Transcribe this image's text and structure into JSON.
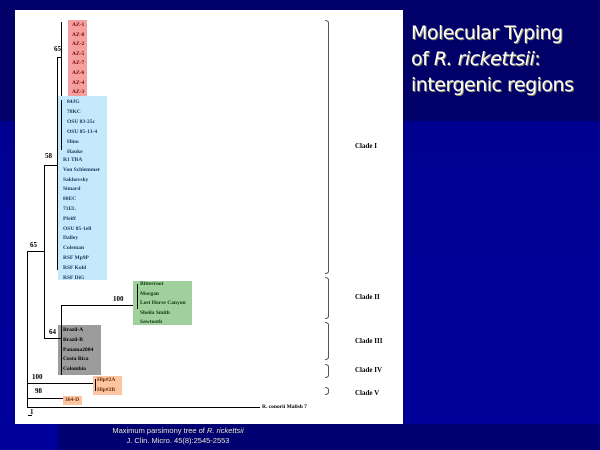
{
  "slide": {
    "title_line1": "Molecular Typing",
    "title_of": "of ",
    "title_species": "R. rickettsii",
    "title_colon": ":",
    "title_line3": "intergenic regions"
  },
  "caption": {
    "line1_prefix": "Maximum parsimony  tree  of ",
    "line1_species": "R. rickettsii",
    "line2": "J. Clin. Micro. 45(8):2545-2553"
  },
  "tree": {
    "groups": {
      "az": {
        "color": "#f4a0a0",
        "text_color": "#7a0000",
        "taxa": [
          "AZ-1",
          "AZ-8",
          "AZ-2",
          "AZ-5",
          "AZ-7",
          "AZ-6",
          "AZ-4",
          "AZ-3"
        ]
      },
      "blue_inner": {
        "color": "#c4e8fc",
        "text_color": "#1a3a5a",
        "taxa": [
          "84JG",
          "78KC",
          "OSU 83-25c",
          "OSU 85-13-4",
          "Hino",
          "Hauke"
        ]
      },
      "blue_outer": {
        "color": "#c4e8fc",
        "text_color": "#1a3a5a",
        "taxa": [
          "R1 TBA",
          "Von Schlemmer",
          "Sakhovsky",
          "Simard",
          "80EC",
          "71EL",
          "Pfeiff",
          "OSU 85-1ell",
          "Dalley",
          "Coleman",
          "RSF Mp9P",
          "RSF Kohl",
          "RSF DiG"
        ]
      },
      "green": {
        "color": "#a0d09c",
        "text_color": "#0a3a0a",
        "taxa": [
          "Bitterroot",
          "Morgan",
          "Lost Horse Canyon",
          "Sheila Smith",
          "Sawtooth"
        ]
      },
      "gray": {
        "color": "#9c9c9c",
        "text_color": "#000000",
        "taxa": [
          "Brazil-A",
          "Brazil-B",
          "Panama2004",
          "Costa Rica",
          "Colombia"
        ]
      },
      "hlp": {
        "color": "#fcc4a0",
        "text_color": "#6a2a00",
        "taxa": [
          "Hlp#2A",
          "Hlp#2B"
        ]
      },
      "d364": {
        "color": "#fcc4a0",
        "text_color": "#6a2a00",
        "taxa": [
          "364-D"
        ]
      }
    },
    "outgroup": "R. conorii Malish 7",
    "bootstrap": [
      "65",
      "58",
      "65",
      "100",
      "64",
      "100",
      "98"
    ],
    "scale_label": "1",
    "clades": [
      "Clade I",
      "Clade II",
      "Clade III",
      "Clade IV",
      "Clade V"
    ]
  }
}
